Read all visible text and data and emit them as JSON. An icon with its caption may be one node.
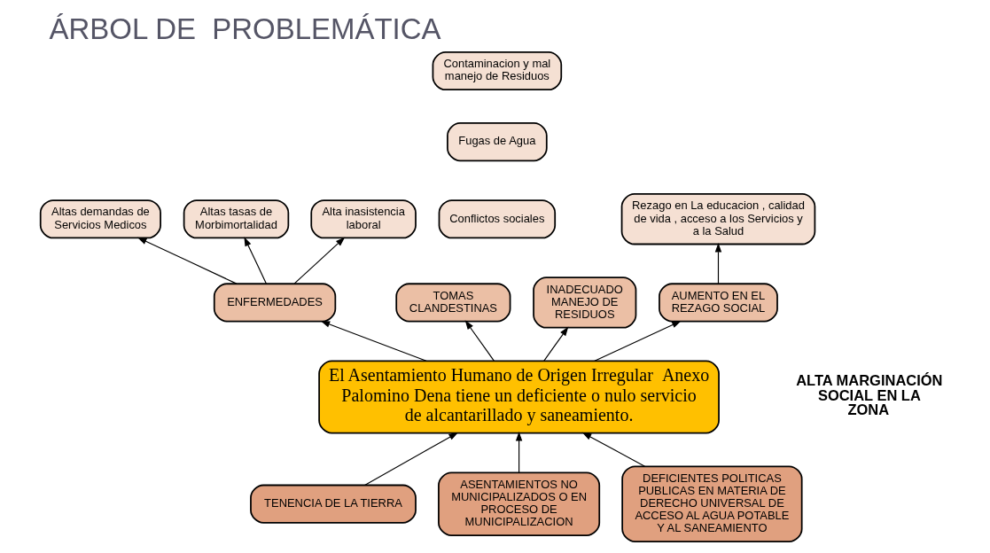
{
  "diagram": {
    "title": "ÁRBOL DE  PROBLEMÁTICA",
    "nodes": [
      {
        "text": [
          "Altas demandas de Servicios Medicos"
        ]
      },
      {
        "text": [
          "Altas tasas de Morbimortalidad"
        ]
      },
      {
        "text": [
          "Alta inasistencia laboral"
        ]
      },
      {
        "text": [
          "Contaminacion y mal manejo de Residuos"
        ]
      },
      {
        "text": [
          "Fugas de Agua"
        ]
      },
      {
        "text": [
          "Conflictos sociales"
        ]
      },
      {
        "text": [
          "Rezago en La educacion , calidad de vida , acceso a los Servicios y a la Salud"
        ]
      },
      {
        "text": [
          "ENFERMEDADES"
        ]
      },
      {
        "text": [
          "TOMAS CLANDESTINAS"
        ]
      },
      {
        "text": [
          "INADECUADO MANEJO DE RESIDUOS"
        ]
      },
      {
        "text": [
          "AUMENTO EN EL REZAGO SOCIAL"
        ]
      },
      {
        "text": [
          "El Asentamiento Humano de Origen Irregular  Anexo Palomino Dena tiene un deficiente o nulo servicio de alcantarillado y saneamiento."
        ]
      },
      {
        "text": [
          "TENENCIA DE LA TIERRA"
        ]
      },
      {
        "text": [
          "ASENTAMIENTOS NO MUNICIPALIZADOS O EN PROCESO DE MUNICIPALIZACION"
        ]
      },
      {
        "text": [
          "DEFICIENTES POLITICAS PUBLICAS EN MATERIA DE DERECHO UNIVERSAL DE ACCESO AL AGUA POTABLE Y AL SANEAMIENTO"
        ]
      }
    ],
    "edges": [
      {
        "from": 7,
        "to": 0,
        "arrow": "to"
      },
      {
        "from": 7,
        "to": 1,
        "arrow": "to"
      },
      {
        "from": 7,
        "to": 2,
        "arrow": "to"
      },
      {
        "from": 11,
        "to": 7,
        "arrow": "to"
      },
      {
        "from": 11,
        "to": 8,
        "arrow": "to"
      },
      {
        "from": 11,
        "to": 9,
        "arrow": "to"
      },
      {
        "from": 11,
        "to": 10,
        "arrow": "to"
      },
      {
        "from": 10,
        "to": 6,
        "arrow": "to"
      },
      {
        "from": 12,
        "to": 11,
        "arrow": "to"
      },
      {
        "from": 13,
        "to": 11,
        "arrow": "to"
      },
      {
        "from": 14,
        "to": 11,
        "arrow": "to"
      }
    ],
    "labels": [
      "ALTA MARGINACIÓN SOCIAL EN LA ZONA"
    ]
  }
}
